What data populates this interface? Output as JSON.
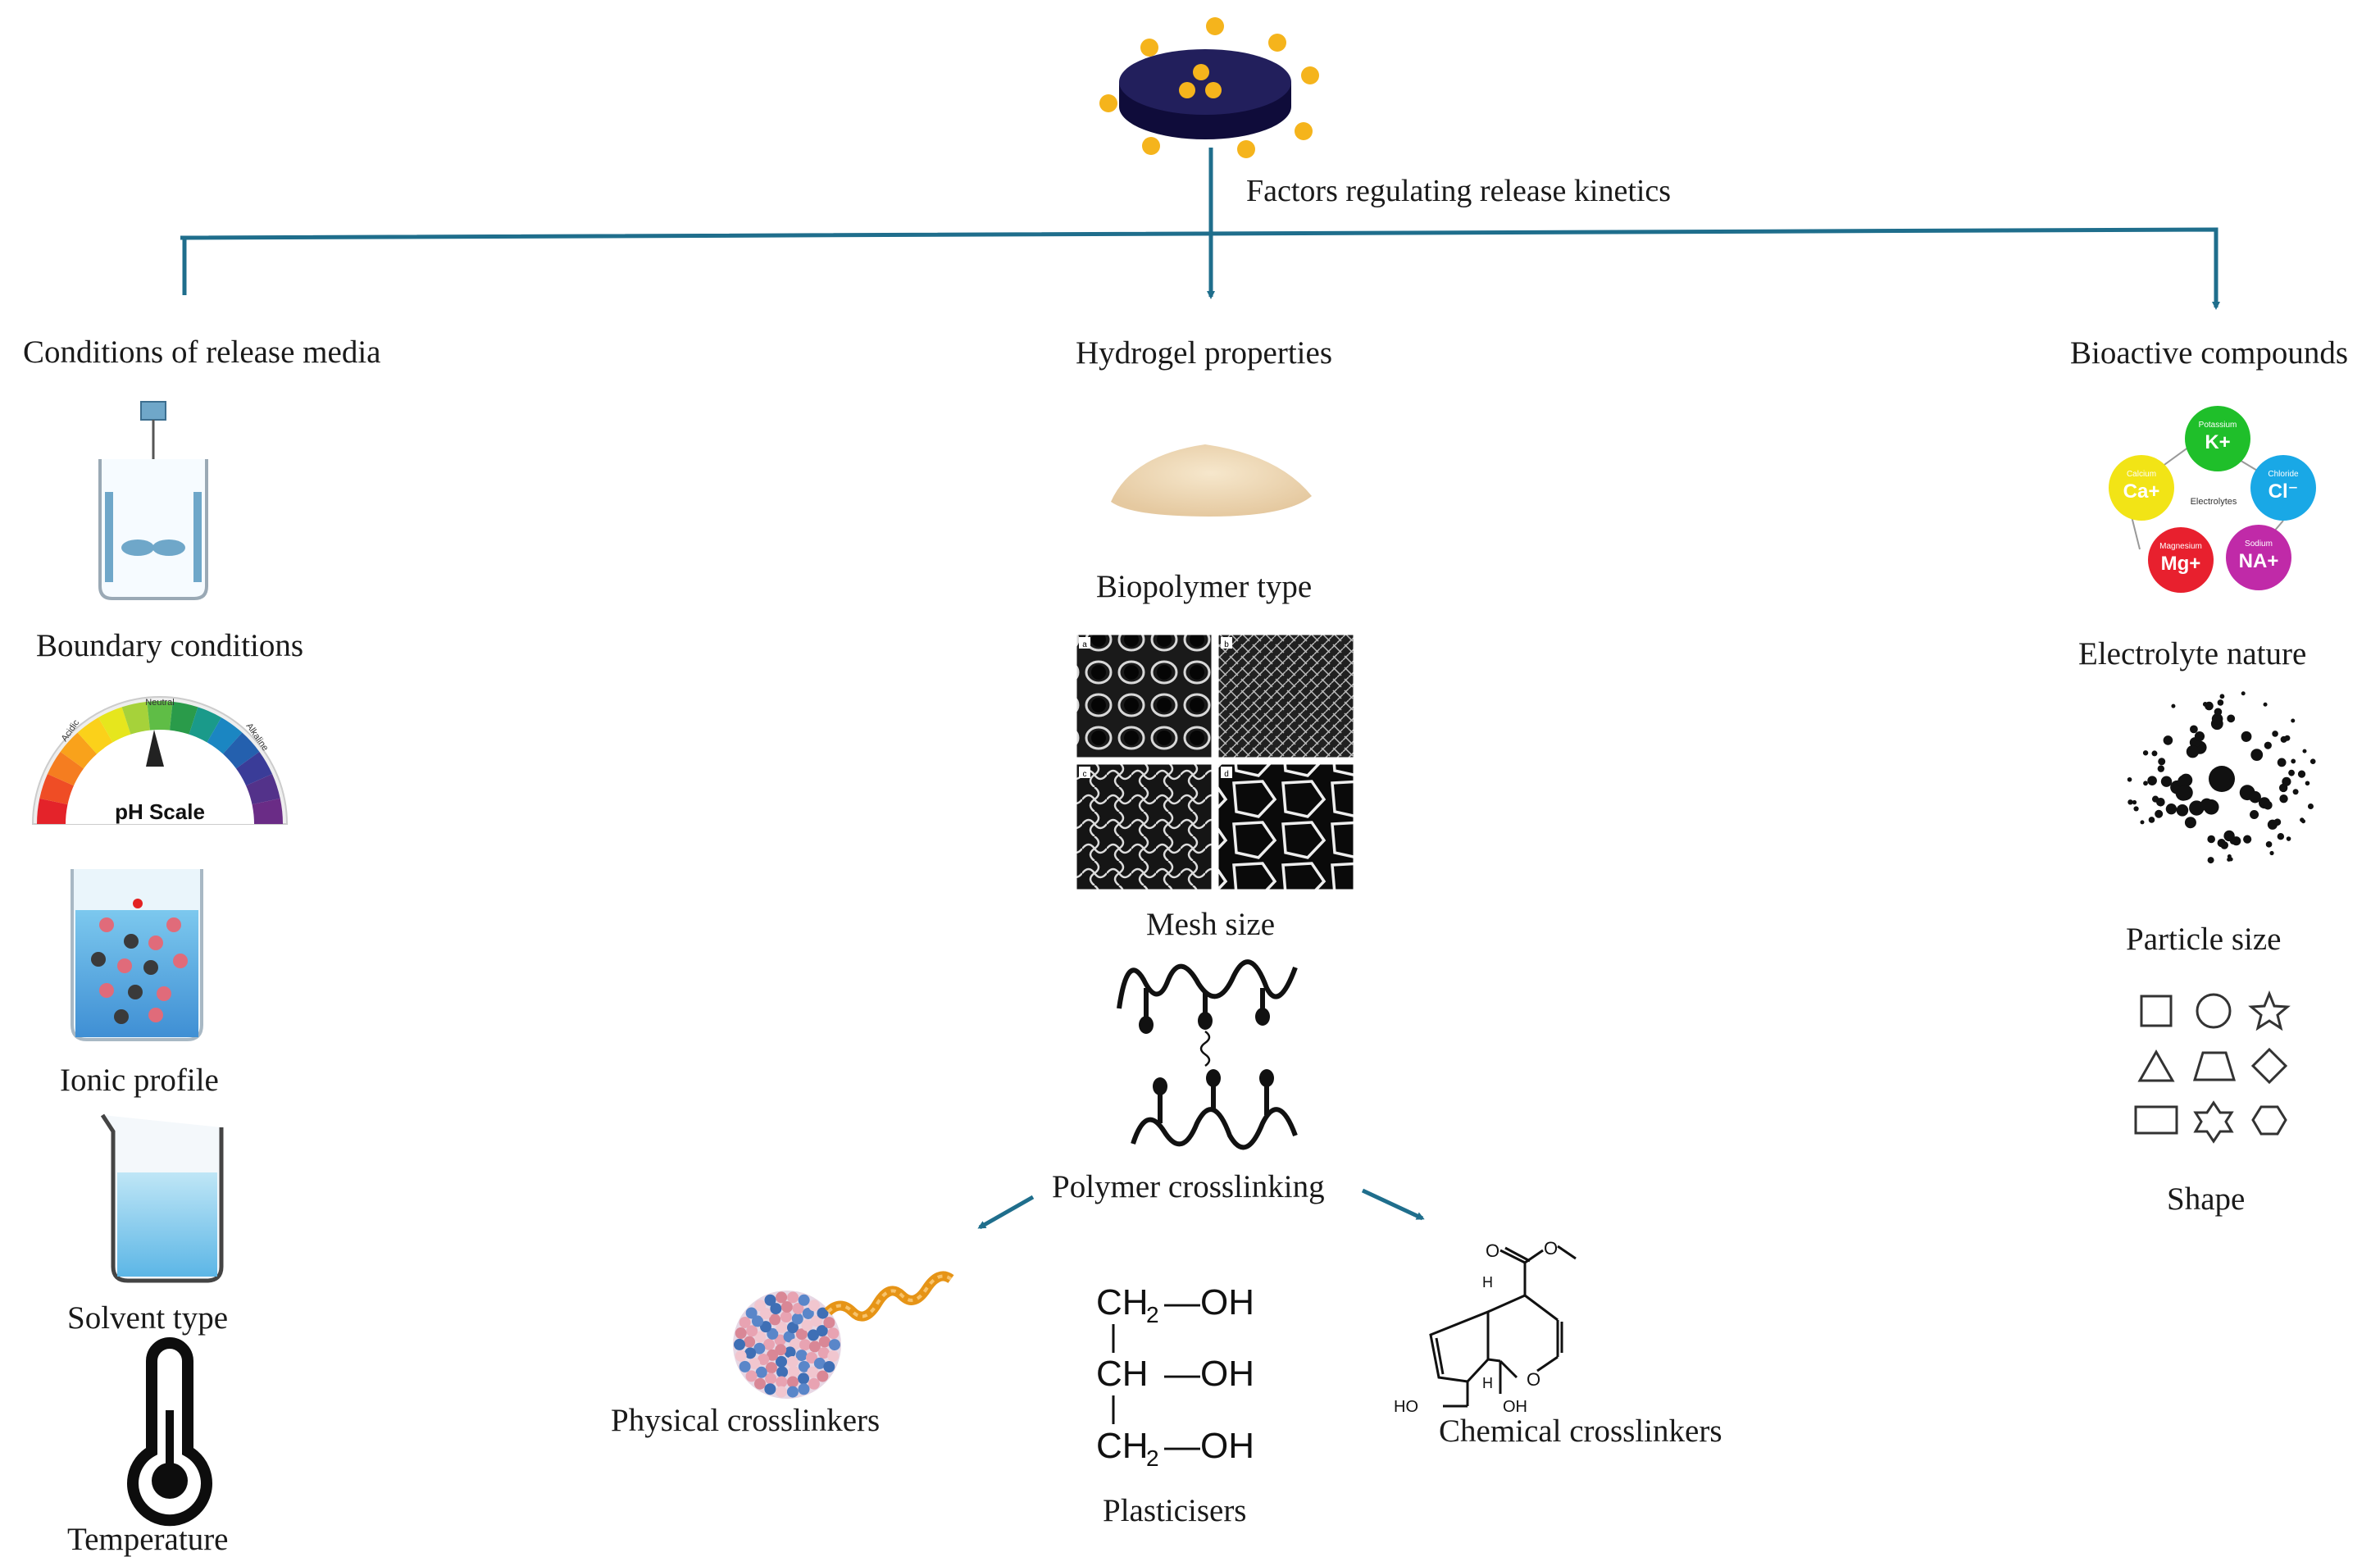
{
  "top": {
    "label": "Factors regulating release kinetics"
  },
  "branches": {
    "media": {
      "heading": "Conditions of release media",
      "items": [
        "Boundary conditions",
        "Ionic profile",
        "Solvent type",
        "Temperature"
      ],
      "ph_scale": {
        "title": "pH Scale",
        "acidic": "Acidic",
        "neutral": "Neutral",
        "alkaline": "Alkaline"
      }
    },
    "hydrogel": {
      "heading": "Hydrogel properties",
      "items": [
        "Biopolymer type",
        "Mesh size",
        "Polymer crosslinking"
      ],
      "mesh_panels": [
        "a",
        "b",
        "c",
        "d"
      ],
      "sub": {
        "physical": "Physical crosslinkers",
        "chemical": "Chemical crosslinkers",
        "plasticisers": "Plasticisers"
      },
      "glycerol": {
        "row1_group": "CH",
        "row1_sub": "2",
        "row1_oh": "—OH",
        "row2_group": "CH",
        "row2_oh": "—OH",
        "row3_group": "CH",
        "row3_sub": "2",
        "row3_oh": "—OH"
      },
      "genipin": {
        "o_carbonyl": "O",
        "o_ester": "O",
        "o_ring": "O",
        "h1": "H",
        "h2": "H",
        "ho": "HO",
        "oh": "OH"
      }
    },
    "bioactive": {
      "heading": "Bioactive compounds",
      "items": [
        "Electrolyte nature",
        "Particle size",
        "Shape"
      ],
      "electrolytes": {
        "center": "Electrolytes",
        "ions": [
          {
            "name": "Potassium",
            "symbol": "K",
            "charge": "+",
            "color": "#1fbf2a"
          },
          {
            "name": "Chloride",
            "symbol": "Cl",
            "charge": "⁻",
            "color": "#19a8e6"
          },
          {
            "name": "Sodium",
            "symbol": "NA",
            "charge": "+",
            "color": "#c02aa8"
          },
          {
            "name": "Magnesium",
            "symbol": "Mg",
            "charge": "+",
            "color": "#e8202e"
          },
          {
            "name": "Calcium",
            "symbol": "Ca",
            "charge": "+",
            "color": "#f2e416"
          }
        ]
      }
    }
  },
  "colors": {
    "arrow": "#1f6e8c",
    "disk": "#221f5c",
    "beads": "#f5b41c"
  }
}
